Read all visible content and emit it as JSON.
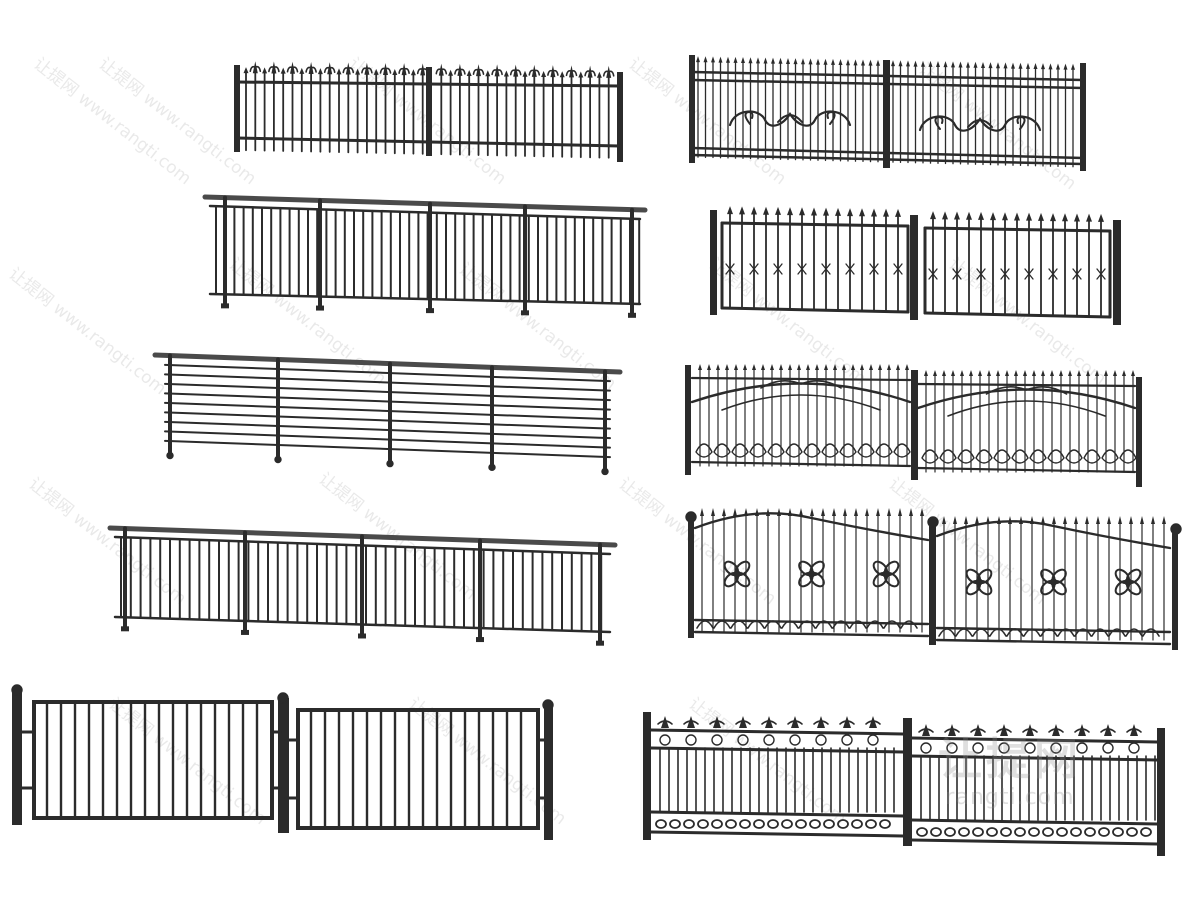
{
  "watermark": {
    "text": "让提网 www.rangti.com",
    "logo_text": "让提网",
    "logo_url_text": "rangti.com"
  },
  "colors": {
    "background": "#ffffff",
    "iron": "#2b2b2b",
    "iron_light": "#4a4a4a"
  },
  "fences": [
    {
      "name": "fleur-de-lis-spear-railing",
      "style": "spear-fleur"
    },
    {
      "name": "scroll-panel-spear-fence",
      "style": "scroll-panel"
    },
    {
      "name": "vertical-bar-balcony-railing",
      "style": "vertical-rail"
    },
    {
      "name": "spiked-panel-fence-with-x-detail",
      "style": "x-panel"
    },
    {
      "name": "horizontal-bar-railing",
      "style": "horizontal-rail"
    },
    {
      "name": "arched-scroll-fence",
      "style": "arched-scroll"
    },
    {
      "name": "tall-vertical-bar-railing",
      "style": "vertical-rail"
    },
    {
      "name": "flower-motif-arched-fence",
      "style": "flower"
    },
    {
      "name": "square-frame-panel-fence",
      "style": "frame-panel"
    },
    {
      "name": "ornamental-crown-fence",
      "style": "crown"
    }
  ]
}
